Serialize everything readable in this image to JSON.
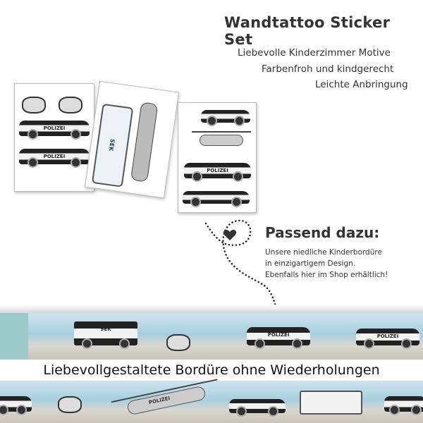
{
  "header": {
    "title": "Wandtattoo Sticker Set",
    "features": [
      "Liebevolle Kinderzimmer Motive",
      "Farbenfroh und kindgerecht",
      "Leichte Anbringung"
    ]
  },
  "promo": {
    "title": "Passend dazu:",
    "lines": [
      "Unsere niedliche Kinderbordüre",
      "in einzigartigem Design.",
      "Ebenfalls hier im Shop erhältlich!"
    ]
  },
  "vehicle_labels": {
    "police": "POLIZEI",
    "sek": "SEK"
  },
  "border": {
    "caption": "Liebevollgestaltete Bordüre ohne Wiederholungen"
  },
  "colors": {
    "text": "#333333",
    "sky": "#a8cfe0",
    "police_body": "#222222"
  }
}
